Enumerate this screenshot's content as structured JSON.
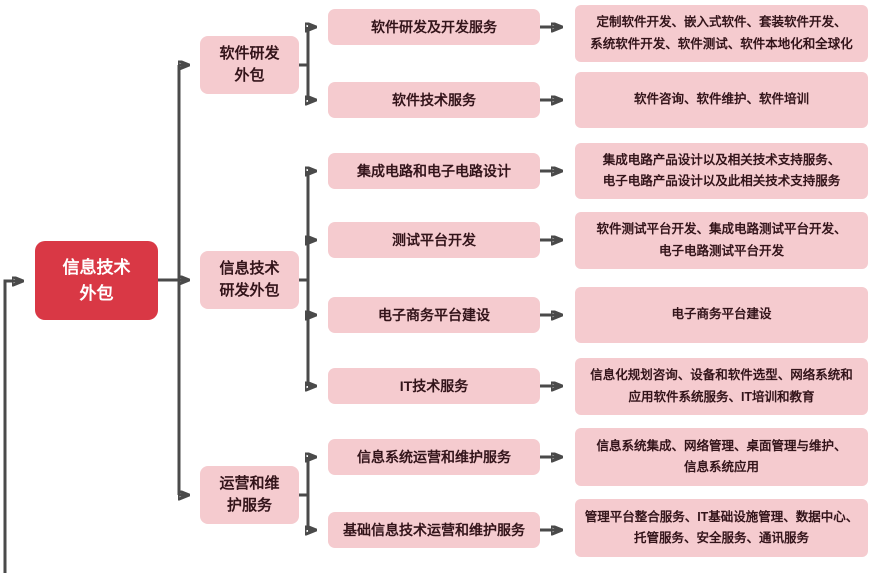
{
  "diagram": {
    "root": {
      "label": "信息技术\n外包"
    },
    "groups": [
      {
        "label": "软件研发\n外包",
        "children": [
          {
            "label": "软件研发及开发服务",
            "desc": "定制软件开发、嵌入式软件、套装软件开发、\n系统软件开发、软件测试、软件本地化和全球化"
          },
          {
            "label": "软件技术服务",
            "desc": "软件咨询、软件维护、软件培训"
          }
        ]
      },
      {
        "label": "信息技术\n研发外包",
        "children": [
          {
            "label": "集成电路和电子电路设计",
            "desc": "集成电路产品设计以及相关技术支持服务、\n电子电路产品设计以及此相关技术支持服务"
          },
          {
            "label": "测试平台开发",
            "desc": "软件测试平台开发、集成电路测试平台开发、\n电子电路测试平台开发"
          },
          {
            "label": "电子商务平台建设",
            "desc": "电子商务平台建设"
          },
          {
            "label": "IT技术服务",
            "desc": "信息化规划咨询、设备和软件选型、网络系统和\n应用软件系统服务、IT培训和教育"
          }
        ]
      },
      {
        "label": "运营和维\n护服务",
        "children": [
          {
            "label": "信息系统运营和维护服务",
            "desc": "信息系统集成、网络管理、桌面管理与维护、\n信息系统应用"
          },
          {
            "label": "基础信息技术运营和维护服务",
            "desc": "管理平台整合服务、IT基础设施管理、数据中心、\n托管服务、安全服务、通讯服务"
          }
        ]
      }
    ]
  },
  "colors": {
    "root_bg": "#D93845",
    "root_text": "#FFFFFF",
    "node_bg": "#F5CBCF",
    "node_text": "#33141A",
    "connector": "#4A4A4A"
  }
}
